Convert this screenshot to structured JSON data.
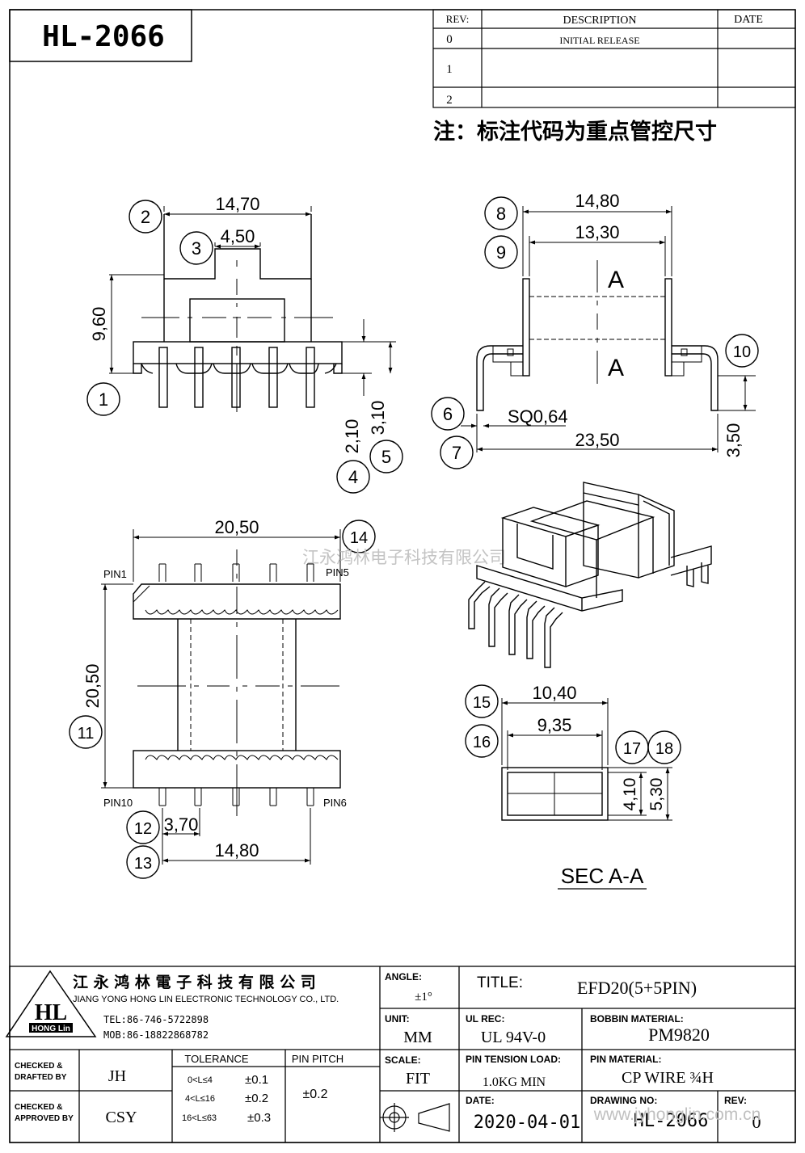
{
  "part_number": "HL-2066",
  "rev_table": {
    "headers": [
      "REV:",
      "DESCRIPTION",
      "DATE"
    ],
    "rows": [
      {
        "rev": "0",
        "description": "INITIAL RELEASE",
        "date": ""
      },
      {
        "rev": "1",
        "description": "",
        "date": ""
      },
      {
        "rev": "2",
        "description": "",
        "date": ""
      }
    ]
  },
  "note": "注：标注代码为重点管控尺寸",
  "watermark": "江永鸿林电子科技有限公司",
  "top_view": {
    "dims": {
      "width": "14,70",
      "slot": "4,50",
      "height": "9,60",
      "pin_short": "2,10",
      "pin_long": "3,10"
    },
    "callouts": {
      "c1": "1",
      "c2": "2",
      "c3": "3",
      "c4": "4",
      "c5": "5"
    }
  },
  "side_view": {
    "dims": {
      "outer": "14,80",
      "inner": "13,30",
      "pin": "SQ0,64",
      "span": "23,50",
      "pin_len": "3,50"
    },
    "section_label": "A",
    "callouts": {
      "c6": "6",
      "c7": "7",
      "c8": "8",
      "c9": "9",
      "c10": "10"
    }
  },
  "bottom_view": {
    "dims": {
      "width": "20,50",
      "height": "20,50",
      "pitch": "3,70",
      "row_span": "14,80"
    },
    "pin_labels": {
      "pin1": "PIN1",
      "pin5": "PIN5",
      "pin10": "PIN10",
      "pin6": "PIN6"
    },
    "callouts": {
      "c11": "11",
      "c12": "12",
      "c13": "13",
      "c14": "14"
    }
  },
  "section_view": {
    "dims": {
      "outer_w": "10,40",
      "inner_w": "9,35",
      "inner_h": "4,10",
      "outer_h": "5,30"
    },
    "title": "SEC A-A",
    "callouts": {
      "c15": "15",
      "c16": "16",
      "c17": "17",
      "c18": "18"
    }
  },
  "title_block": {
    "company_cn": "江 永 鸿 林 電 子 科 技 有 限 公 司",
    "company_en": "JIANG YONG HONG LIN ELECTRONIC TECHNOLOGY CO., LTD.",
    "logo_letters": "HL",
    "logo_text": "HONG Lin",
    "tel": "TEL:86-746-5722898",
    "mob": "MOB:86-18822868782",
    "angle_label": "ANGLE:",
    "angle_value": "±1°",
    "title_label": "TITLE:",
    "title_value": "EFD20(5+5PIN)",
    "unit_label": "UNIT:",
    "unit_value": "MM",
    "ul_label": "UL REC:",
    "ul_value": "UL 94V-0",
    "bobbin_label": "BOBBIN MATERIAL:",
    "bobbin_value": "PM9820",
    "checked_drafted_1": "CHECKED &",
    "checked_drafted_2": "DRAFTED BY",
    "drafted_by": "JH",
    "tolerance_label": "TOLERANCE",
    "pin_pitch_label": "PIN PITCH",
    "pin_pitch_value": "±0.2",
    "tolerance_rows": [
      {
        "range": "0<L≤4",
        "value": "±0.1"
      },
      {
        "range": "4<L≤16",
        "value": "±0.2"
      },
      {
        "range": "16<L≤63",
        "value": "±0.3"
      }
    ],
    "scale_label": "SCALE:",
    "scale_value": "FIT",
    "pin_tension_label": "PIN TENSION LOAD:",
    "pin_tension_value": "1.0KG MIN",
    "pin_material_label": "PIN MATERIAL:",
    "pin_material_value": "CP WIRE ¾H",
    "checked_approved_1": "CHECKED &",
    "checked_approved_2": "APPROVED BY",
    "approved_by": "CSY",
    "date_label": "DATE:",
    "date_value": "2020-04-01",
    "drawing_no_label": "DRAWING NO:",
    "drawing_no_value": "HL-2066",
    "rev_label": "REV:",
    "rev_value": "0"
  },
  "site_watermark": "www.jyhonglin.com.cn"
}
